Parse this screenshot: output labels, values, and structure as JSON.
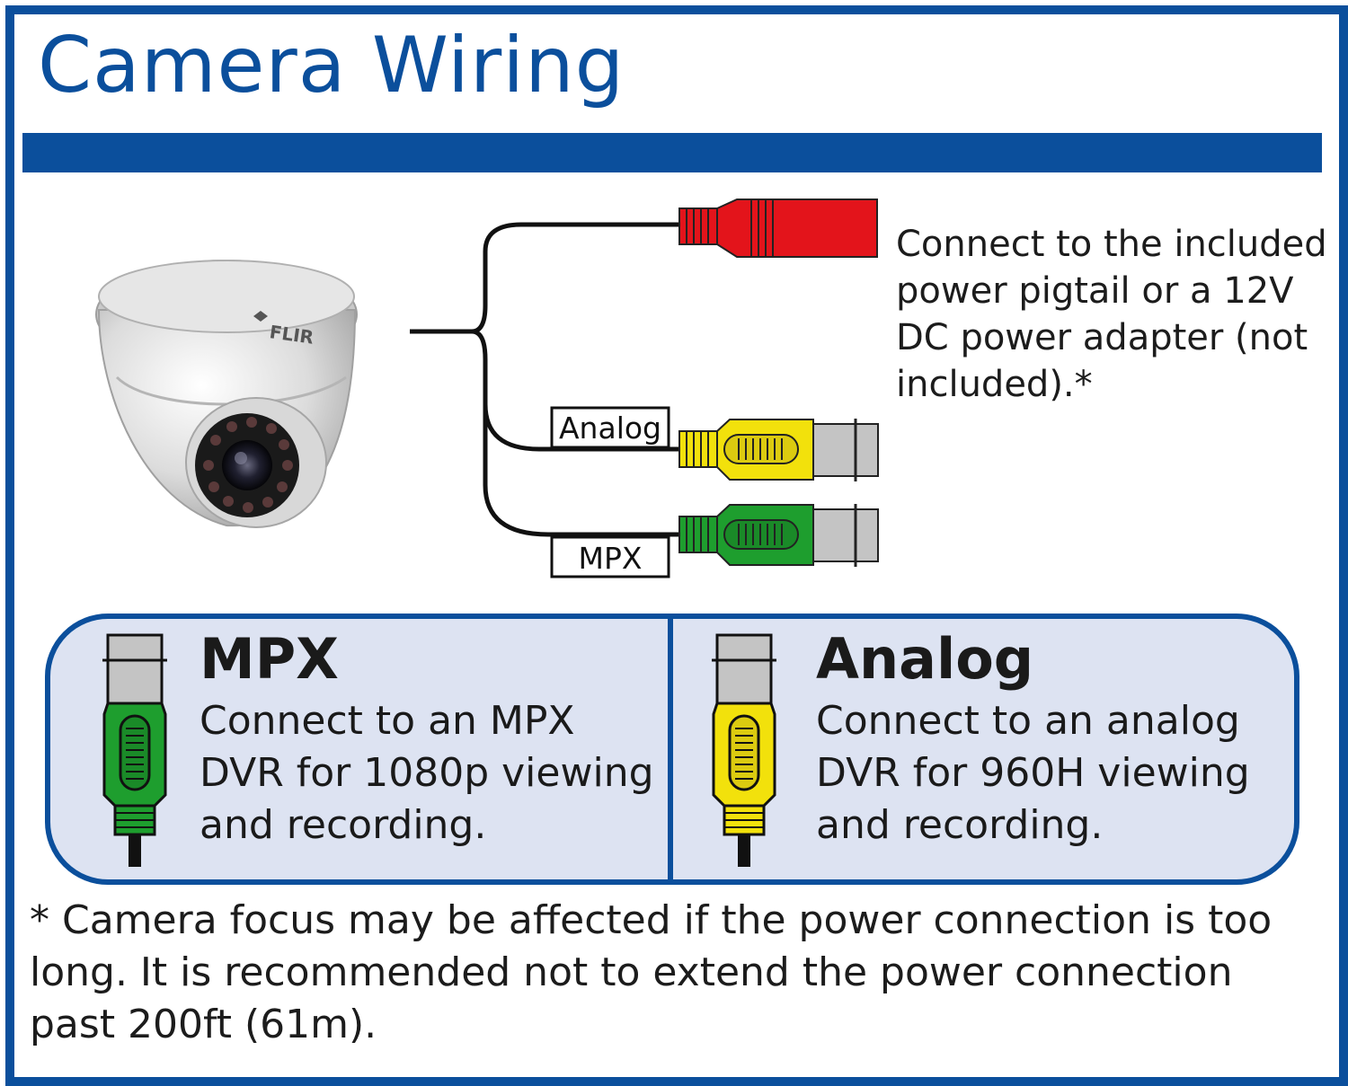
{
  "title": "Camera Wiring",
  "brand_logo": "FLIR",
  "power_note": "Connect to the included power pigtail or a 12V DC power adapter (not included).*",
  "labels": {
    "analog": "Analog",
    "mpx": "MPX"
  },
  "sections": {
    "mpx": {
      "title": "MPX",
      "body": "Connect to an MPX DVR for 1080p viewing and recording.",
      "icon": "green-bnc-connector-icon"
    },
    "analog": {
      "title": "Analog",
      "body": "Connect to an analog DVR for 960H viewing and recording.",
      "icon": "yellow-bnc-connector-icon"
    }
  },
  "footnote": "* Camera focus may be affected if the power connection is too long. It is recommended not to extend the power connection past 200ft (61m).",
  "colors": {
    "brand_blue": "#0b4f9c",
    "panel_fill": "#dde3f2",
    "power_red": "#e3141b",
    "analog_yellow": "#f2e10c",
    "mpx_green": "#1e9e2e",
    "bnc_gray": "#c4c4c4"
  }
}
